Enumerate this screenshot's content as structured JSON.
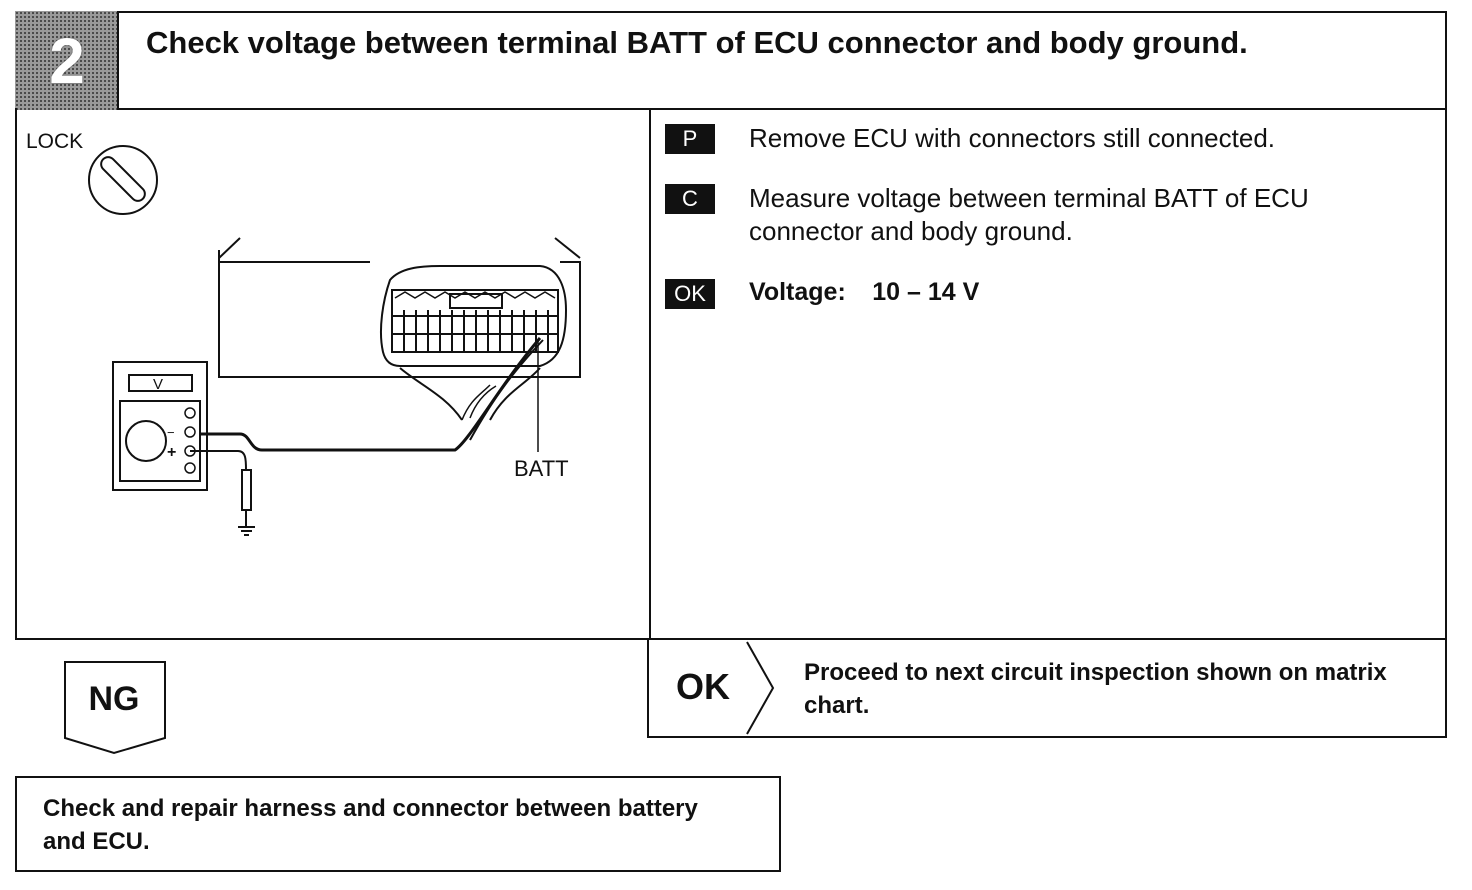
{
  "step": {
    "number": "2"
  },
  "title": "Check voltage between terminal BATT of ECU connector and body ground.",
  "diagram": {
    "lock_label": "LOCK",
    "meter_label": "V",
    "meter_minus": "−",
    "meter_plus": "+",
    "terminal_label": "BATT"
  },
  "instructions": [
    {
      "badge": "P",
      "text": "Remove ECU with connectors still connected."
    },
    {
      "badge": "C",
      "text": "Measure voltage between terminal BATT of ECU connector and body ground."
    }
  ],
  "spec": {
    "badge": "OK",
    "label": "Voltage:",
    "value": "10 – 14 V"
  },
  "ok_result": {
    "label": "OK",
    "text": "Proceed to next circuit inspection shown on matrix chart."
  },
  "ng_result": {
    "label": "NG",
    "text": "Check and repair harness and connector between battery and ECU."
  }
}
